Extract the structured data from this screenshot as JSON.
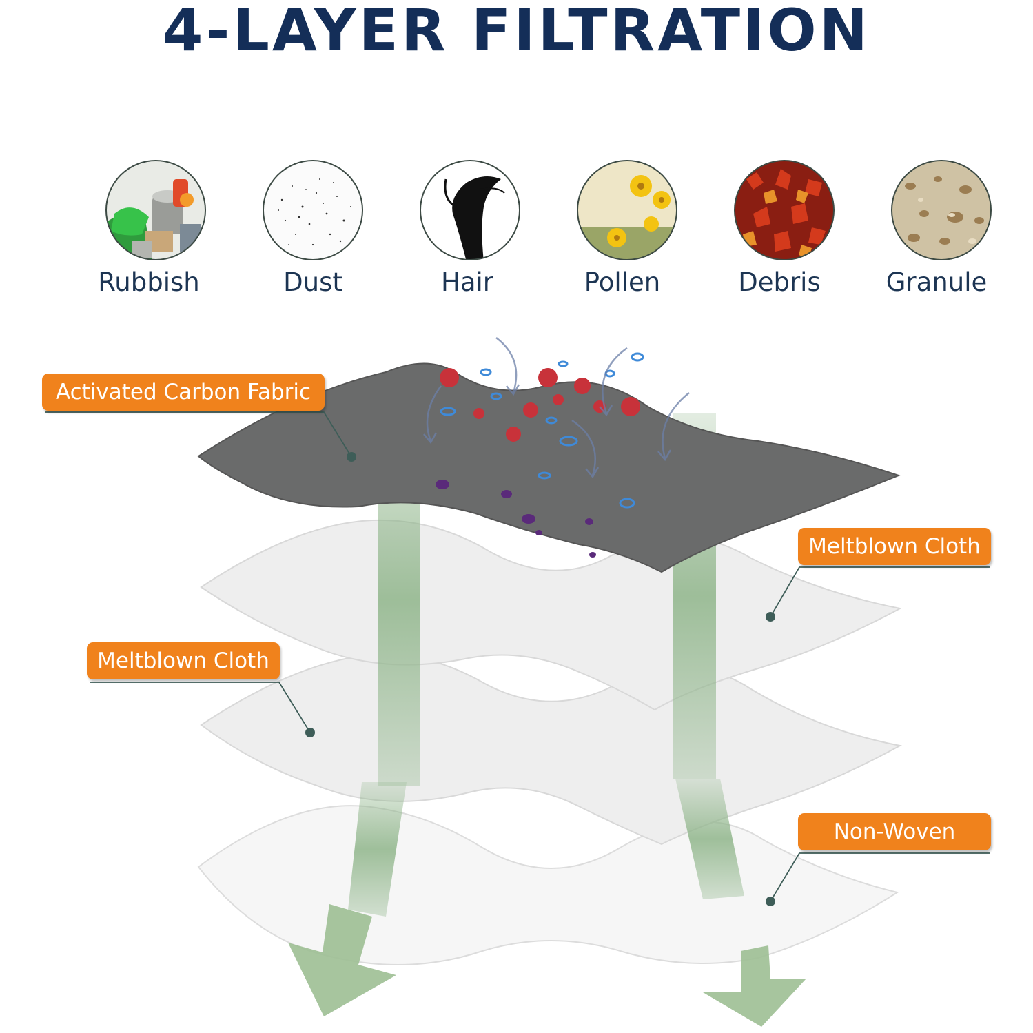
{
  "title": "4-LAYER FILTRATION",
  "contaminants": [
    {
      "label": "Rubbish",
      "icon": "rubbish-icon"
    },
    {
      "label": "Dust",
      "icon": "dust-icon"
    },
    {
      "label": "Hair",
      "icon": "hair-icon"
    },
    {
      "label": "Pollen",
      "icon": "pollen-icon"
    },
    {
      "label": "Debris",
      "icon": "debris-icon"
    },
    {
      "label": "Granule",
      "icon": "granule-icon"
    }
  ],
  "layers": [
    {
      "label": "Activated Carbon Fabric",
      "color": "#6a6b6b"
    },
    {
      "label": "Meltblown Cloth",
      "color": "#eeeeee"
    },
    {
      "label": "Meltblown Cloth",
      "color": "#eeeeee"
    },
    {
      "label": "Non-Woven",
      "color": "#f6f6f6"
    }
  ],
  "colors": {
    "title": "#142e58",
    "tag": "#f0821c",
    "airflow": "#8fb58a",
    "leader": "#3e5d58"
  }
}
